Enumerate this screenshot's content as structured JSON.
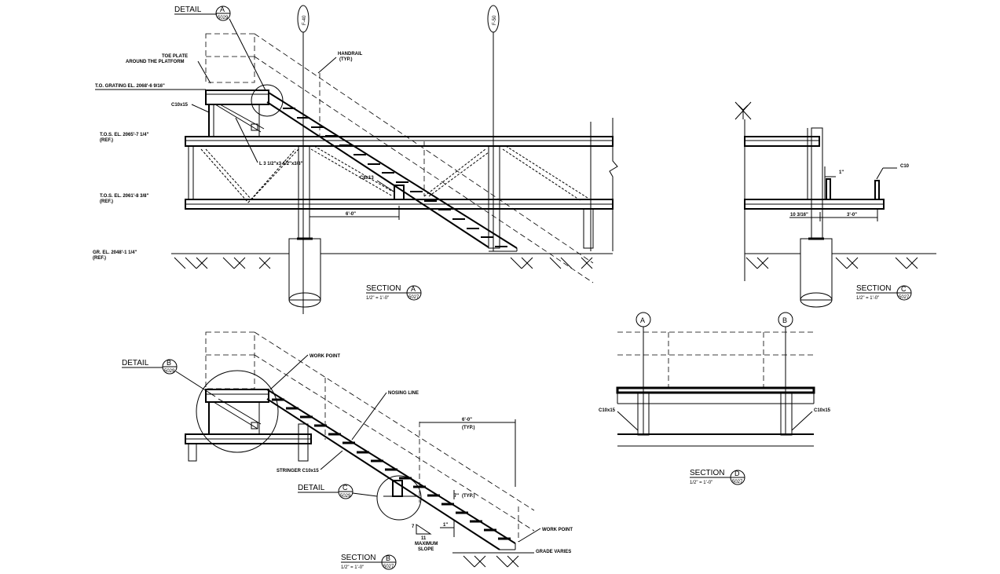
{
  "section_a": {
    "detail_label": "DETAIL",
    "detail_bubble_letter": "A",
    "detail_bubble_sheet": "5029",
    "grid_f40": "F-40",
    "grid_f50": "F-50",
    "handrail_note_1": "HANDRAIL",
    "handrail_note_2": "(TYP.)",
    "toe_plate_1": "TOE PLATE",
    "toe_plate_2": "AROUND THE PLATFORM",
    "to_grating": "T.O. GRATING EL. 2068'-6 9/16\"",
    "c10x15": "C10x15",
    "tos_upper": "T.O.S. EL. 2065'-7 1/4\"",
    "tos_upper_ref": "(REF.)",
    "angle_note": "L 3 1/2\"x3 1/2\"x3/8\"",
    "c8x13": "C8x13",
    "tos_lower": "T.O.S. EL. 2061'-8 3/8\"",
    "tos_lower_ref": "(REF.)",
    "dim_6_0": "6'-0\"",
    "gr_el": "GR. EL. 2048'-1 1/4\"",
    "gr_el_ref": "(REF.)",
    "section_label": "SECTION",
    "section_letter": "A",
    "section_sheet": "5027",
    "section_scale": "1/2\" = 1'-0\""
  },
  "section_c": {
    "dim_1": "1\"",
    "c10": "C10",
    "dim_10_3_16": "10 3/16\"",
    "dim_3_0": "3'-0\"",
    "section_label": "SECTION",
    "section_letter": "C",
    "section_sheet": "5027",
    "section_scale": "1/2\" = 1'-0\""
  },
  "section_b": {
    "detail_b_label": "DETAIL",
    "detail_b_letter": "B",
    "detail_b_sheet": "5029",
    "work_point_top": "WORK POINT",
    "nosing_line": "NOSING LINE",
    "dim_6_0": "6'-0\"",
    "dim_typ": "(TYP.)",
    "stringer": "STRINGER C10x15",
    "detail_c_label": "DETAIL",
    "detail_c_letter": "C",
    "detail_c_sheet": "5029",
    "dim_7": "7\"",
    "dim_typ_small": "(TYP.)",
    "slope_rise": "7",
    "slope_run": "11",
    "max_slope_1": "MAXIMUM",
    "max_slope_2": "SLOPE",
    "dim_1": "1\"",
    "work_point_bottom": "WORK POINT",
    "grade_varies": "GRADE VARIES",
    "section_label": "SECTION",
    "section_letter": "B",
    "section_sheet": "5027",
    "section_scale": "1/2\" = 1'-0\""
  },
  "section_d": {
    "grid_a": "A",
    "grid_b": "B",
    "c10x15_left": "C10x15",
    "c10x15_right": "C10x15",
    "section_label": "SECTION",
    "section_letter": "D",
    "section_sheet": "5027",
    "section_scale": "1/2\" = 1'-0\""
  }
}
